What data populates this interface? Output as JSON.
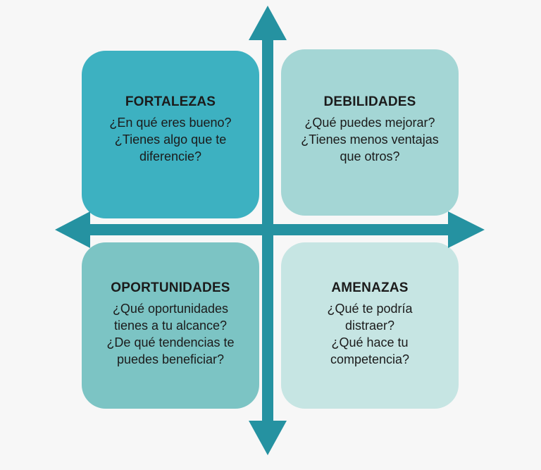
{
  "colors": {
    "axis": "#2592a1",
    "fortalezas": "#3db1c1",
    "debilidades": "#a4d6d5",
    "oportunidades": "#7cc4c4",
    "amenazas": "#c6e5e3"
  },
  "quadrants": {
    "fortalezas": {
      "title": "FORTALEZAS",
      "lines": [
        "¿En qué eres bueno?",
        "¿Tienes algo que te",
        "diferencie?"
      ]
    },
    "debilidades": {
      "title": "DEBILIDADES",
      "lines": [
        "¿Qué puedes mejorar?",
        "¿Tienes menos ventajas",
        "que otros?"
      ]
    },
    "oportunidades": {
      "title": "OPORTUNIDADES",
      "lines": [
        "¿Qué oportunidades",
        "tienes a tu alcance?",
        "¿De qué tendencias te",
        "puedes beneficiar?"
      ]
    },
    "amenazas": {
      "title": "AMENAZAS",
      "lines": [
        "¿Qué te podría",
        "distraer?",
        "¿Qué hace tu",
        "competencia?"
      ]
    }
  }
}
